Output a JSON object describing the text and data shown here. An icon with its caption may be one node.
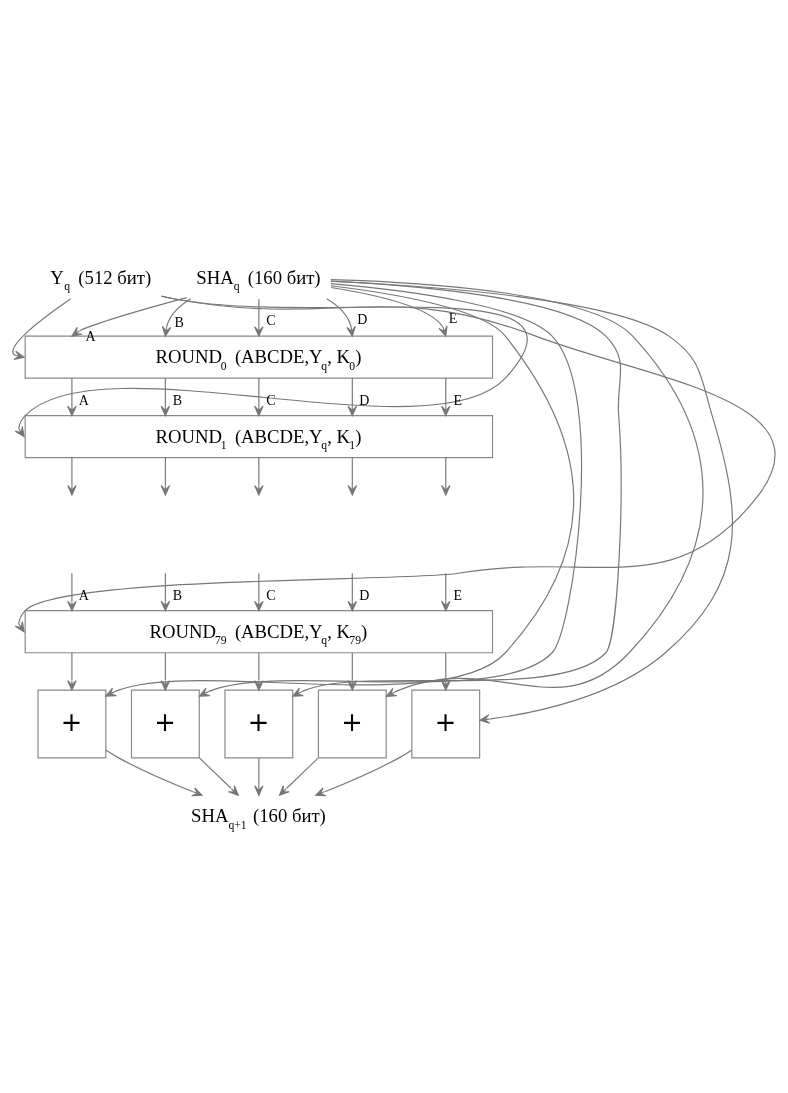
{
  "diagram": {
    "nodes": [
      {
        "text": [
          "SHA$_{q}$ (160 бит)"
        ]
      },
      {
        "text": [
          "Y$_{q}$ (512 бит)"
        ]
      },
      {
        "text": [
          "ROUND$_{0}$ (ABCDE,Y$_{q}$, K$_{0}$)"
        ]
      },
      {
        "text": [
          "ROUND$_{1}$ (ABCDE,Y$_{q}$, K$_{1}$)"
        ]
      },
      {
        "text": [
          "ROUND$_{79}$ (ABCDE,Y$_{q}$, K$_{79}$)"
        ]
      },
      {
        "text": [
          "+"
        ]
      },
      {
        "text": [
          "+"
        ]
      },
      {
        "text": [
          "+"
        ]
      },
      {
        "text": [
          "+"
        ]
      },
      {
        "text": [
          "+"
        ]
      },
      {
        "text": [
          "SHA$_{q+1}$ (160 бит)"
        ]
      }
    ],
    "edges": [
      {
        "from": 0,
        "to": 2,
        "arrow": "to",
        "label": "A"
      },
      {
        "from": 0,
        "to": 2,
        "arrow": "to",
        "label": "B"
      },
      {
        "from": 0,
        "to": 2,
        "arrow": "to",
        "label": "C"
      },
      {
        "from": 0,
        "to": 2,
        "arrow": "to",
        "label": "D"
      },
      {
        "from": 0,
        "to": 2,
        "arrow": "to",
        "label": "E"
      },
      {
        "from": 1,
        "to": 2,
        "arrow": "to"
      },
      {
        "from": 2,
        "to": 3,
        "arrow": "to",
        "label": "A"
      },
      {
        "from": 2,
        "to": 3,
        "arrow": "to",
        "label": "B"
      },
      {
        "from": 2,
        "to": 3,
        "arrow": "to",
        "label": "C"
      },
      {
        "from": 2,
        "to": 3,
        "arrow": "to",
        "label": "D"
      },
      {
        "from": 2,
        "to": 3,
        "arrow": "to",
        "label": "E"
      },
      {
        "from": 1,
        "to": 3,
        "arrow": "to"
      },
      {
        "from": 3,
        "to": null,
        "arrow": "to"
      },
      {
        "from": 3,
        "to": null,
        "arrow": "to"
      },
      {
        "from": 3,
        "to": null,
        "arrow": "to"
      },
      {
        "from": 3,
        "to": null,
        "arrow": "to"
      },
      {
        "from": 3,
        "to": null,
        "arrow": "to"
      },
      {
        "from": null,
        "to": 4,
        "arrow": "to",
        "label": "A"
      },
      {
        "from": null,
        "to": 4,
        "arrow": "to",
        "label": "B"
      },
      {
        "from": null,
        "to": 4,
        "arrow": "to",
        "label": "C"
      },
      {
        "from": null,
        "to": 4,
        "arrow": "to",
        "label": "D"
      },
      {
        "from": null,
        "to": 4,
        "arrow": "to",
        "label": "E"
      },
      {
        "from": 1,
        "to": 4,
        "arrow": "to"
      },
      {
        "from": 4,
        "to": 5,
        "arrow": "to"
      },
      {
        "from": 4,
        "to": 6,
        "arrow": "to"
      },
      {
        "from": 4,
        "to": 7,
        "arrow": "to"
      },
      {
        "from": 4,
        "to": 8,
        "arrow": "to"
      },
      {
        "from": 4,
        "to": 9,
        "arrow": "to"
      },
      {
        "from": 0,
        "to": 5,
        "arrow": "to"
      },
      {
        "from": 0,
        "to": 6,
        "arrow": "to"
      },
      {
        "from": 0,
        "to": 7,
        "arrow": "to"
      },
      {
        "from": 0,
        "to": 8,
        "arrow": "to"
      },
      {
        "from": 0,
        "to": 9,
        "arrow": "to"
      },
      {
        "from": 5,
        "to": 10,
        "arrow": "to"
      },
      {
        "from": 6,
        "to": 10,
        "arrow": "to"
      },
      {
        "from": 7,
        "to": 10,
        "arrow": "to"
      },
      {
        "from": 8,
        "to": 10,
        "arrow": "to"
      },
      {
        "from": 9,
        "to": 10,
        "arrow": "to"
      }
    ]
  }
}
